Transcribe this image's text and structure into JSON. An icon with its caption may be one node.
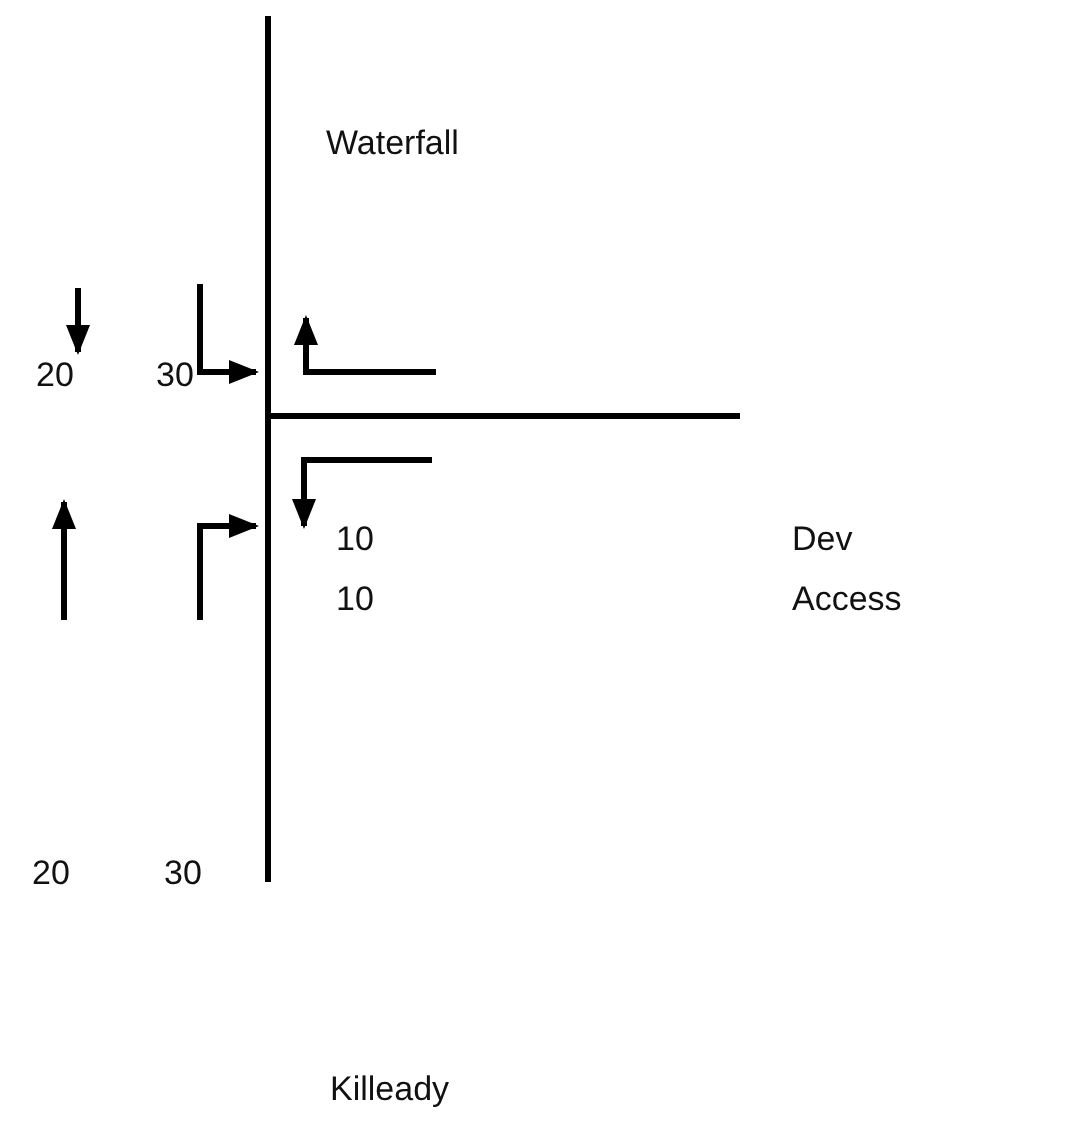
{
  "diagram": {
    "labels": [
      "Waterfall",
      "20",
      "30",
      "10",
      "Dev",
      "10",
      "Access",
      "20",
      "30",
      "Killeady"
    ]
  }
}
